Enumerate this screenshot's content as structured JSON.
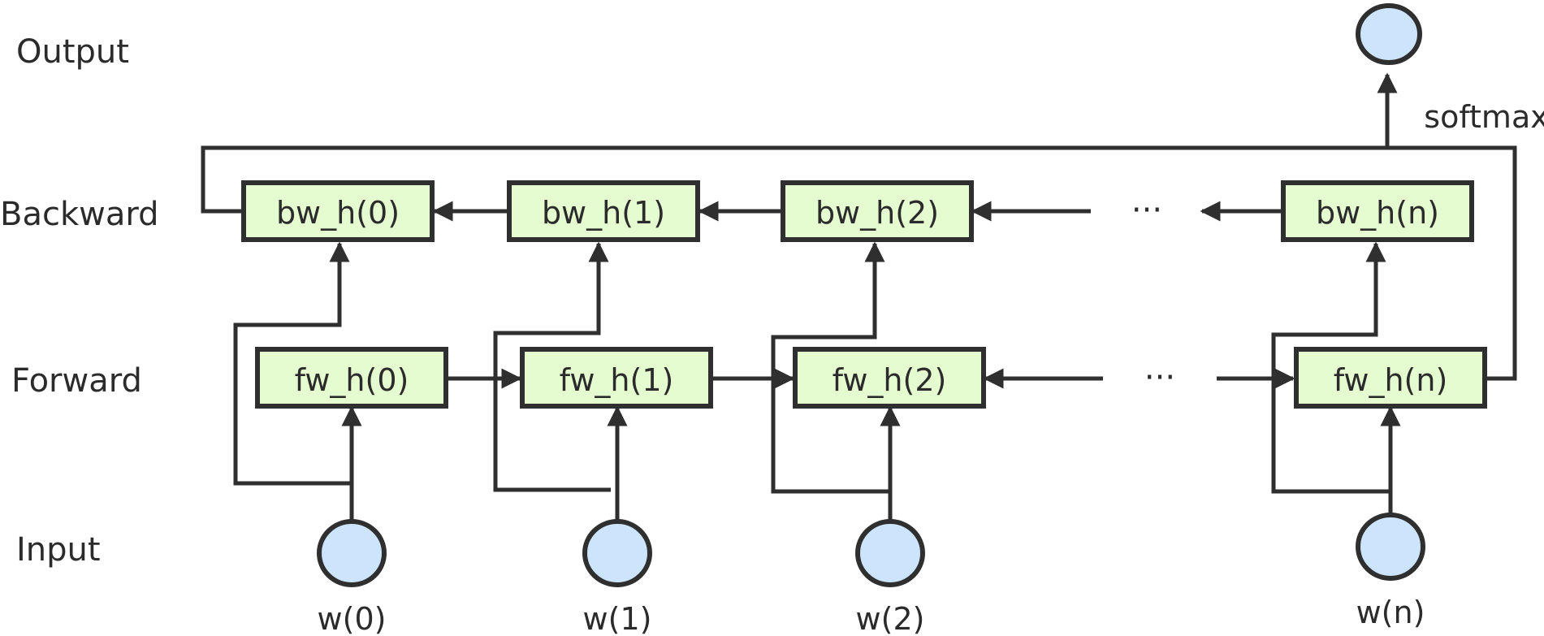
{
  "rows": {
    "output": "Output",
    "backward": "Backward",
    "forward": "Forward",
    "input": "Input"
  },
  "backward_nodes": [
    "bw_h(0)",
    "bw_h(1)",
    "bw_h(2)",
    "bw_h(n)"
  ],
  "forward_nodes": [
    "fw_h(0)",
    "fw_h(1)",
    "fw_h(2)",
    "fw_h(n)"
  ],
  "inputs": [
    "w(0)",
    "w(1)",
    "w(2)",
    "w(n)"
  ],
  "ellipsis": "···",
  "softmax": "softmax",
  "colors": {
    "box_fill": "#e5fbd0",
    "circle_fill": "#cce5fd",
    "stroke": "#2f2f2f"
  }
}
